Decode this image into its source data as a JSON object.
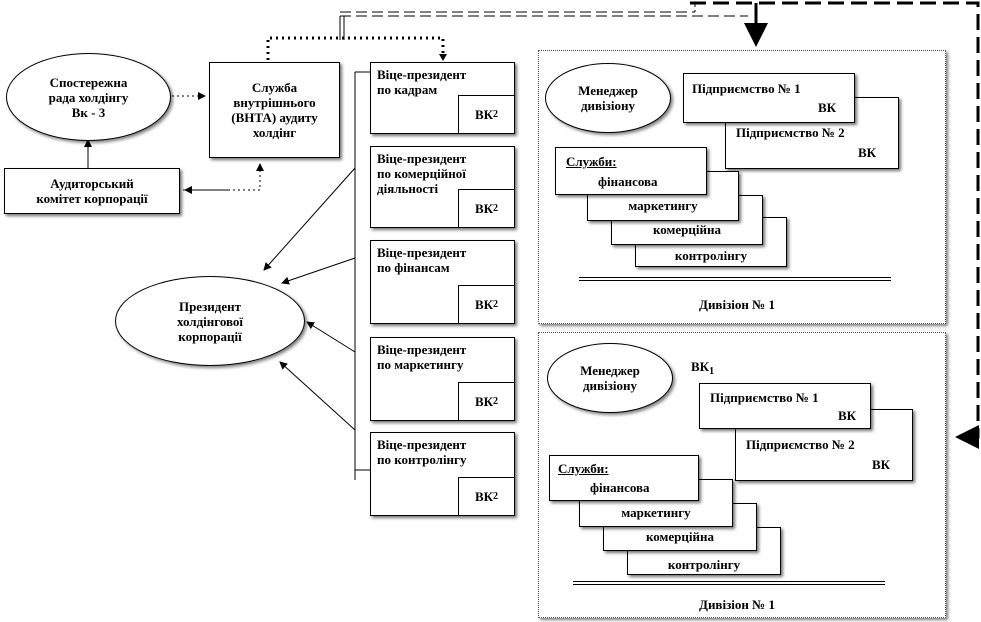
{
  "observation_board": {
    "text": "Спостережна\nрада холдінгу\nВк - 3"
  },
  "internal_audit": {
    "text": "Служба\nвнутрішнього\n(ВНТА) аудиту\nхолдінг"
  },
  "audit_committee": {
    "text": "Аудиторський\nкомітет корпорації"
  },
  "president": {
    "text": "Президент\nхолдінгової\nкорпорації"
  },
  "vice_presidents": [
    {
      "text": "Віце-президент\nпо кадрам",
      "tag": "ВК",
      "sub": "2"
    },
    {
      "text": "Віце-президент\nпо комерційної\nдіяльності",
      "tag": "ВК",
      "sub": "2"
    },
    {
      "text": "Віце-президент\nпо фінансам",
      "tag": "ВК",
      "sub": "2"
    },
    {
      "text": "Віце-президент\nпо маркетингу",
      "tag": "ВК",
      "sub": "2"
    },
    {
      "text": "Віце-президент\nпо контролінгу",
      "tag": "ВК",
      "sub": "2"
    }
  ],
  "division1": {
    "manager": "Менеджер\nдивізіону",
    "enterprise1": {
      "name": "Підприємство № 1",
      "tag": "ВК"
    },
    "enterprise2": {
      "name": "Підприємство № 2",
      "tag": "ВК"
    },
    "services_title": "Служби:",
    "services": [
      "фінансова",
      "маркетингу",
      "комерційна",
      "контролінгу"
    ],
    "title": "Дивізіон № 1"
  },
  "division2": {
    "manager": "Менеджер\nдивізіону",
    "vk1": {
      "tag": "ВК",
      "sub": "1"
    },
    "enterprise1": {
      "name": "Підприємство № 1",
      "tag": "ВК"
    },
    "enterprise2": {
      "name": "Підприємство № 2",
      "tag": "ВК"
    },
    "services_title": "Служби:",
    "services": [
      "фінансова",
      "маркетингу",
      "комерційна",
      "контролінгу"
    ],
    "title": "Дивізіон № 1"
  }
}
